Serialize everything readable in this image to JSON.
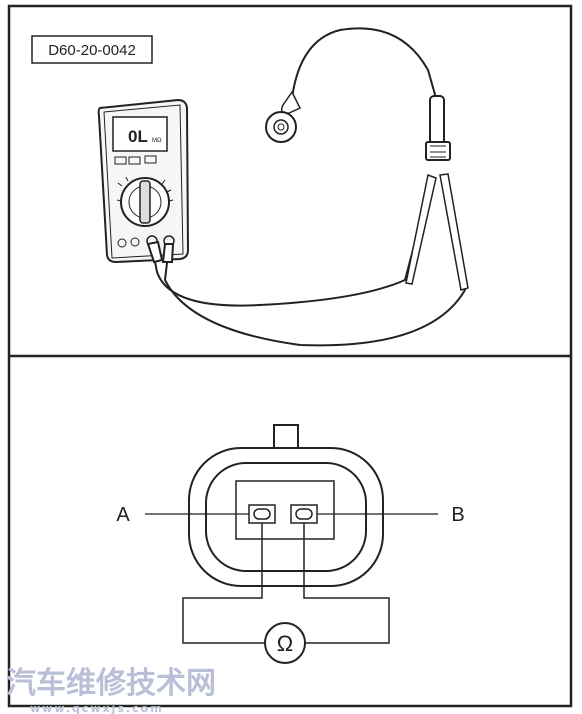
{
  "figure_id": "D60-20-0042",
  "multimeter": {
    "display_reading": "0L",
    "display_unit": "MΩ"
  },
  "connector": {
    "terminal_a_label": "A",
    "terminal_b_label": "B",
    "meter_symbol": "Ω"
  },
  "watermark": {
    "site_name": "汽车维修技术网",
    "site_url": "www.qcwxjs.com"
  },
  "colors": {
    "line": "#222222",
    "background": "#ffffff",
    "watermark": "#b9bfd6"
  }
}
